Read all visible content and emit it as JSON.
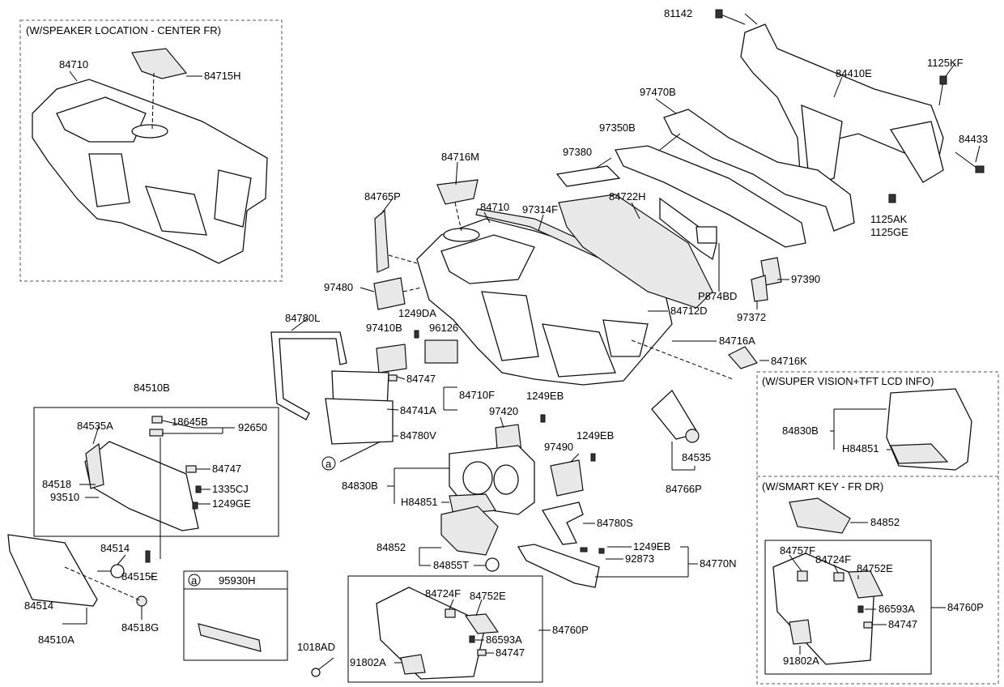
{
  "sections": {
    "speaker_center": "(W/SPEAKER LOCATION - CENTER FR)",
    "super_vision": "(W/SUPER VISION+TFT LCD INFO)",
    "smart_key": "(W/SMART KEY - FR DR)",
    "circle_a": "a"
  },
  "labels": {
    "l81142": "81142",
    "l1125KF": "1125KF",
    "l84410E": "84410E",
    "l84433": "84433",
    "l97470B": "97470B",
    "l97350B": "97350B",
    "l97380": "97380",
    "l84716M": "84716M",
    "l84710a": "84710",
    "l84715H": "84715H",
    "l84710b": "84710",
    "l97314F": "97314F",
    "l84722H": "84722H",
    "l1125AK": "1125AK",
    "l1125GE": "1125GE",
    "l84765P": "84765P",
    "l97480": "97480",
    "lP874BD": "P874BD",
    "l97390": "97390",
    "l97372": "97372",
    "l84712D": "84712D",
    "l84780L": "84780L",
    "l1249DA": "1249DA",
    "l97410B": "97410B",
    "l96126": "96126",
    "l84716A": "84716A",
    "l84716K": "84716K",
    "l84747a": "84747",
    "l84741A": "84741A",
    "l84710F": "84710F",
    "l1249EBa": "1249EB",
    "l97420": "97420",
    "l84780V": "84780V",
    "l84510B": "84510B",
    "l84535A": "84535A",
    "l18645B": "18645B",
    "l92650": "92650",
    "l84747b": "84747",
    "l84518": "84518",
    "l93510": "93510",
    "l1335CJ": "1335CJ",
    "l1249GE": "1249GE",
    "l84535": "84535",
    "l84766P": "84766P",
    "l97490": "97490",
    "l1249EBb": "1249EB",
    "l84830Ba": "84830B",
    "lH84851a": "H84851",
    "l84830Bb": "84830B",
    "lH84851b": "H84851",
    "l84780S": "84780S",
    "l84852a": "84852",
    "l84855T": "84855T",
    "l1249EBc": "1249EB",
    "l92873": "92873",
    "l84770N": "84770N",
    "l84852b": "84852",
    "l84514a": "84514",
    "l84515E": "84515E",
    "l84514b": "84514",
    "l84510A": "84510A",
    "l84518G": "84518G",
    "l95930H": "95930H",
    "l84724Fa": "84724F",
    "l84752Ea": "84752E",
    "l84760Pa": "84760P",
    "l86593Aa": "86593A",
    "l84747c": "84747",
    "l1018AD": "1018AD",
    "l91802Aa": "91802A",
    "l84757F": "84757F",
    "l84724Fb": "84724F",
    "l84752Eb": "84752E",
    "l86593Ab": "86593A",
    "l84747d": "84747",
    "l84760Pb": "84760P",
    "l91802Ab": "91802A"
  }
}
